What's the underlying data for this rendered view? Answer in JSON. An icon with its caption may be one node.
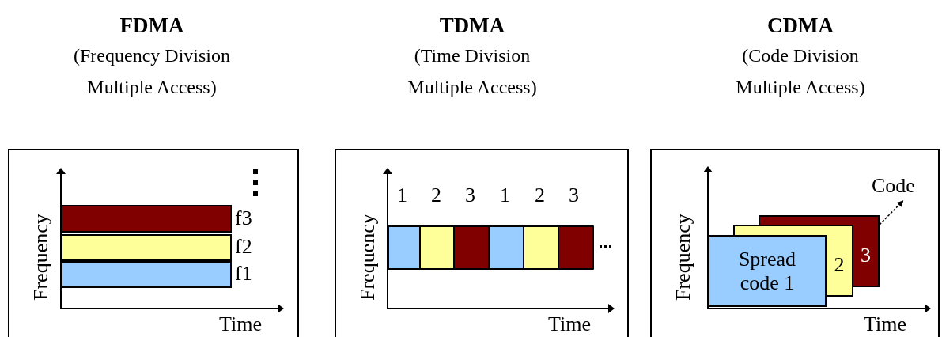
{
  "diagram": {
    "nodes": [
      {
        "text": [
          "FDMA",
          "(Frequency Division Multiple Access)"
        ]
      },
      {
        "text": [],
        "shape": "bar",
        "beside": [
          "f3"
        ],
        "in": 0
      },
      {
        "text": [],
        "shape": "bar",
        "beside": [
          "f2"
        ],
        "in": 0
      },
      {
        "text": [],
        "shape": "bar",
        "beside": [
          "f1"
        ],
        "in": 0
      },
      {
        "text": [
          "TDMA",
          "(Time Division Multiple Access)"
        ]
      },
      {
        "text": [],
        "shape": "box",
        "beside": [
          "1"
        ],
        "in": 4
      },
      {
        "text": [],
        "shape": "box",
        "beside": [
          "2"
        ],
        "in": 4
      },
      {
        "text": [],
        "shape": "box",
        "beside": [
          "3"
        ],
        "in": 4
      },
      {
        "text": [],
        "shape": "box",
        "beside": [
          "1"
        ],
        "in": 4
      },
      {
        "text": [],
        "shape": "box",
        "beside": [
          "2"
        ],
        "in": 4
      },
      {
        "text": [],
        "shape": "box",
        "beside": [
          "3"
        ],
        "in": 4
      },
      {
        "text": [
          "CDMA",
          "(Code Division Multiple Access)"
        ]
      },
      {
        "text": [
          "Spread code 1"
        ],
        "in": 11
      },
      {
        "text": [
          "2"
        ],
        "in": 11
      },
      {
        "text": [
          "3"
        ],
        "in": 11
      },
      {
        "text": [
          "Code"
        ],
        "in": 11
      }
    ],
    "edges": [
      {
        "from": 14,
        "to": 15,
        "arrow": "to",
        "style": "dashed"
      }
    ],
    "labels": [
      "Frequency",
      "Time",
      "Frequency",
      "Time",
      "Frequency",
      "Time"
    ]
  }
}
